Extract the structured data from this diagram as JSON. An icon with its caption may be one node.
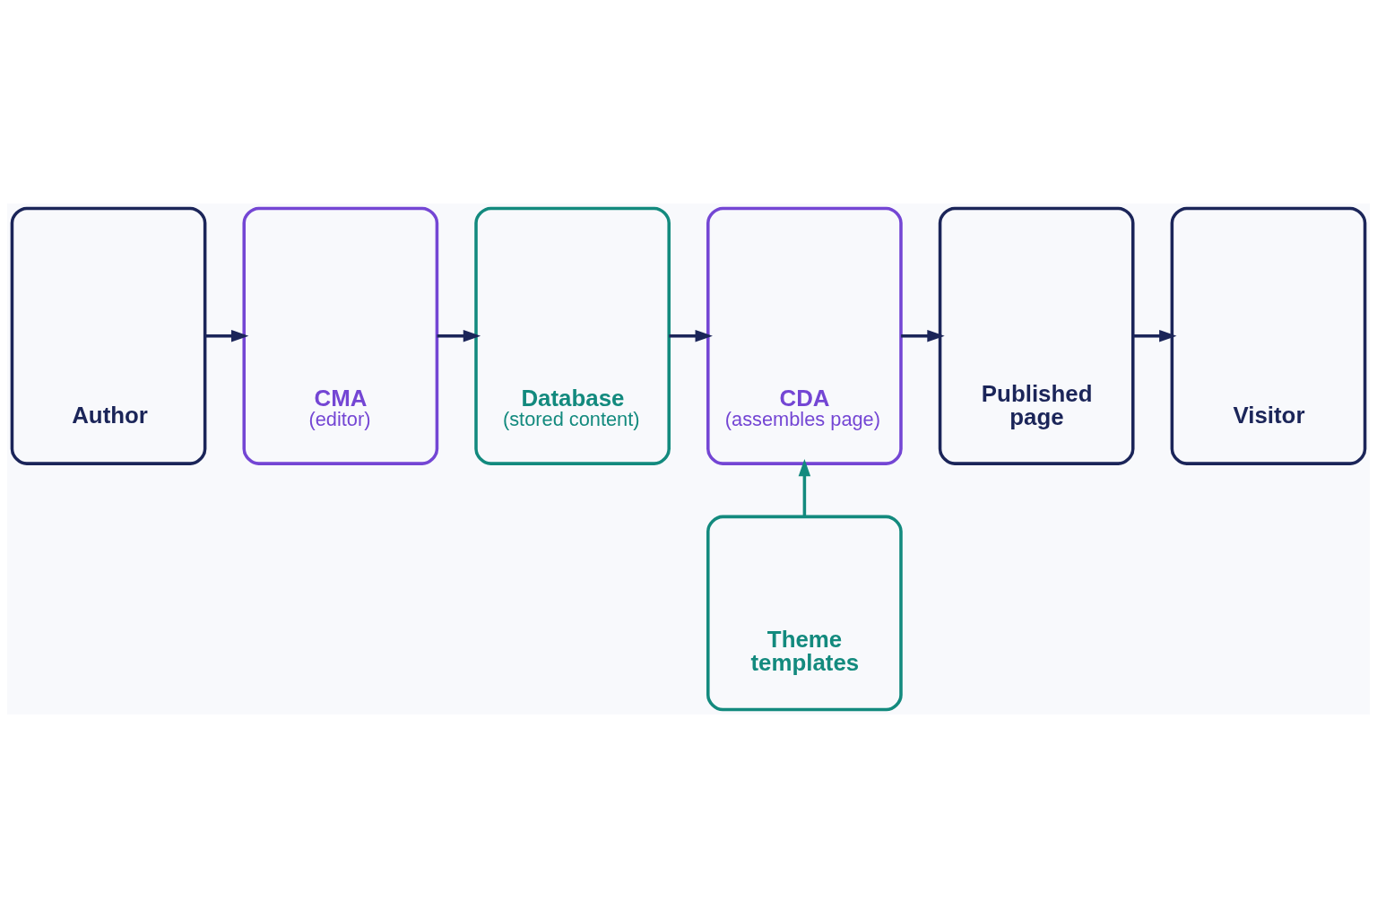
{
  "diagram": {
    "nodes": [
      {
        "text": [
          "Author"
        ]
      },
      {
        "text": [
          "CMA",
          "(editor)"
        ]
      },
      {
        "text": [
          "Database",
          "(stored content)"
        ]
      },
      {
        "text": [
          "CDA",
          "(assembles page)"
        ]
      },
      {
        "text": [
          "Published page"
        ]
      },
      {
        "text": [
          "Visitor"
        ]
      },
      {
        "text": [
          "Theme templates"
        ]
      }
    ],
    "edges": [
      {
        "from": 0,
        "to": 1,
        "arrow": "to"
      },
      {
        "from": 1,
        "to": 2,
        "arrow": "to"
      },
      {
        "from": 2,
        "to": 3,
        "arrow": "to"
      },
      {
        "from": 3,
        "to": 4,
        "arrow": "to"
      },
      {
        "from": 4,
        "to": 5,
        "arrow": "to"
      },
      {
        "from": 6,
        "to": 3,
        "arrow": "to",
        "color": "#138a7e"
      }
    ]
  }
}
